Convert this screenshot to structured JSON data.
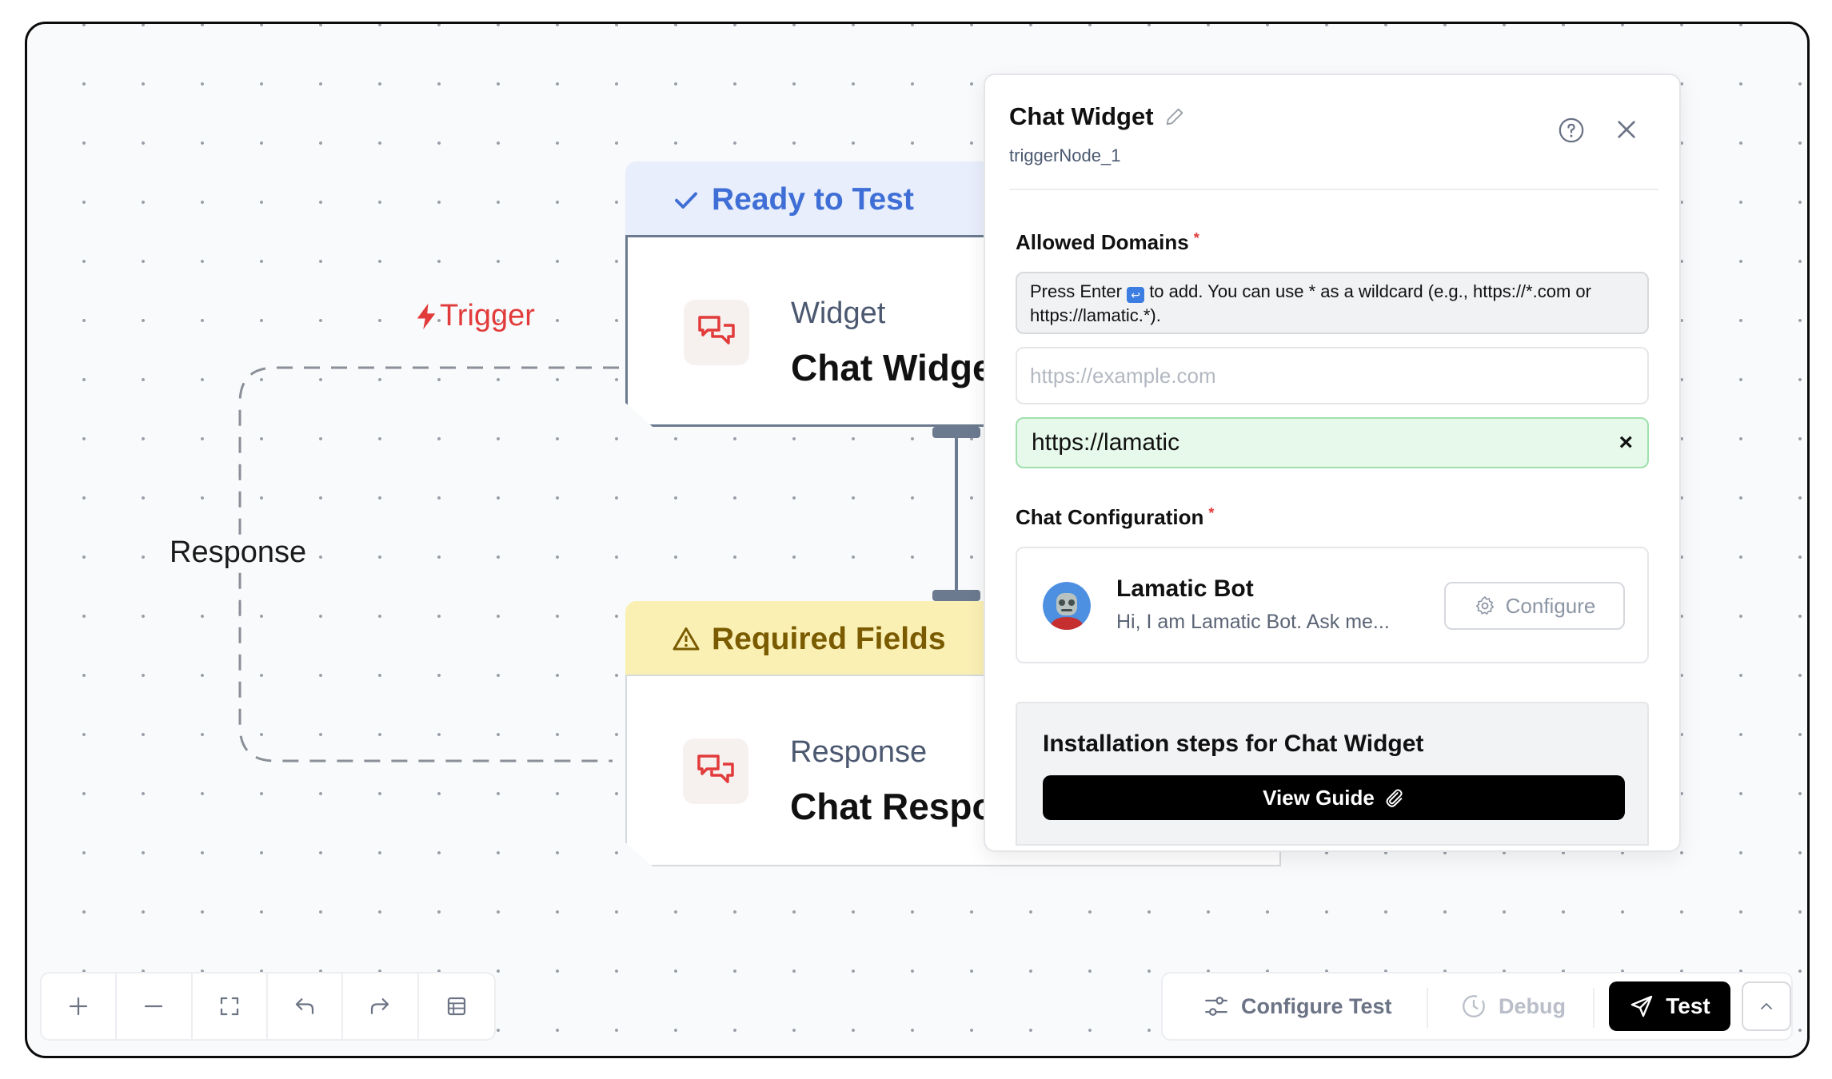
{
  "canvas": {
    "trigger_label": "Trigger",
    "response_edge_label": "Response"
  },
  "nodes": [
    {
      "status": "Ready to Test",
      "status_kind": "ready",
      "type": "Widget",
      "name": "Chat Widget",
      "icon": "chat-bubbles-icon"
    },
    {
      "status": "Required Fields",
      "status_kind": "warning",
      "type": "Response",
      "name": "Chat Response",
      "icon": "chat-bubbles-icon"
    }
  ],
  "panel": {
    "title": "Chat Widget",
    "node_id": "triggerNode_1",
    "allowed_domains": {
      "label": "Allowed Domains",
      "required_mark": "*",
      "hint_before": "Press Enter",
      "hint_after": "to add. You can use * as a wildcard (e.g., https://*.com or https://lamatic.*).",
      "placeholder": "https://example.com",
      "domains": [
        "https://lamatic"
      ],
      "remove_glyph": "×"
    },
    "chat_configuration": {
      "label": "Chat Configuration",
      "required_mark": "*",
      "bot_name": "Lamatic Bot",
      "bot_greeting": "Hi, I am Lamatic Bot. Ask me...",
      "configure_label": "Configure"
    },
    "installation": {
      "title": "Installation steps for Chat Widget",
      "guide_label": "View Guide"
    }
  },
  "toolbar_left": [
    "zoom-in-icon",
    "zoom-out-icon",
    "fit-view-icon",
    "undo-icon",
    "redo-icon",
    "logs-icon"
  ],
  "toolbar_right": {
    "configure_test_label": "Configure Test",
    "debug_label": "Debug",
    "test_label": "Test"
  },
  "colors": {
    "ready": "#3f6fd6",
    "warning_bg": "#fbf0b4",
    "trigger": "#e23b3b",
    "domain_chip_bg": "#e6f9ea"
  }
}
